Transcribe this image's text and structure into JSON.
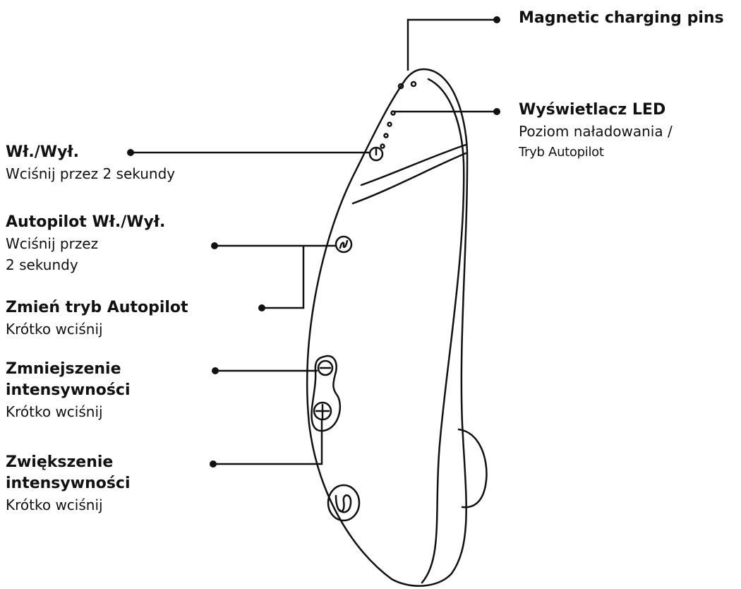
{
  "labels": {
    "charging": {
      "title": "Magnetic charging pins"
    },
    "led": {
      "title": "Wyświetlacz LED",
      "line1": "Poziom naładowania /",
      "line2": "Tryb Autopilot"
    },
    "power": {
      "title": "Wł./Wył.",
      "line1": "Wciśnij przez 2 sekundy"
    },
    "autopilot": {
      "title": "Autopilot Wł./Wył.",
      "line1": "Wciśnij przez",
      "line2": "2 sekundy"
    },
    "mode": {
      "title": "Zmień tryb Autopilot",
      "line1": "Krótko wciśnij"
    },
    "decrease": {
      "title1": "Zmniejszenie",
      "title2": "intensywności",
      "line1": "Krótko wciśnij"
    },
    "increase": {
      "title1": "Zwiększenie",
      "title2": "intensywności",
      "line1": "Krótko wciśnij"
    }
  },
  "colors": {
    "line": "#111111",
    "background": "#ffffff"
  }
}
